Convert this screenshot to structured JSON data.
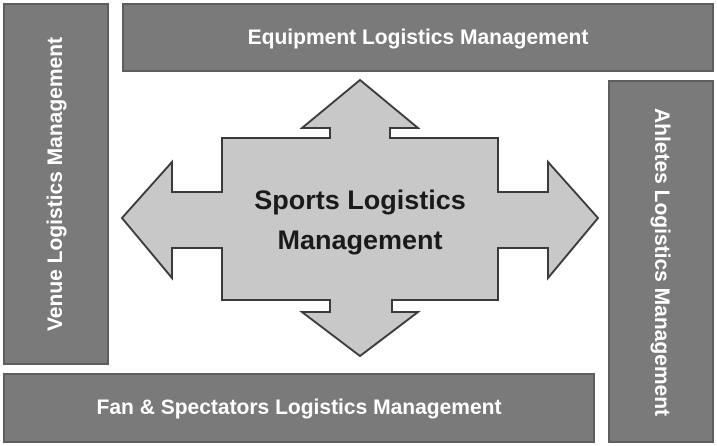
{
  "diagram": {
    "center_line1": "Sports Logistics",
    "center_line2": "Management",
    "top": "Equipment Logistics Management",
    "bottom": "Fan & Spectators Logistics Management",
    "left": "Venue Logistics Management",
    "right": "Ahletes Logistics Management"
  },
  "colors": {
    "band_fill": "#7a7a7a",
    "arrow_fill": "#c8c8c8",
    "outline": "#3a3a3a"
  }
}
